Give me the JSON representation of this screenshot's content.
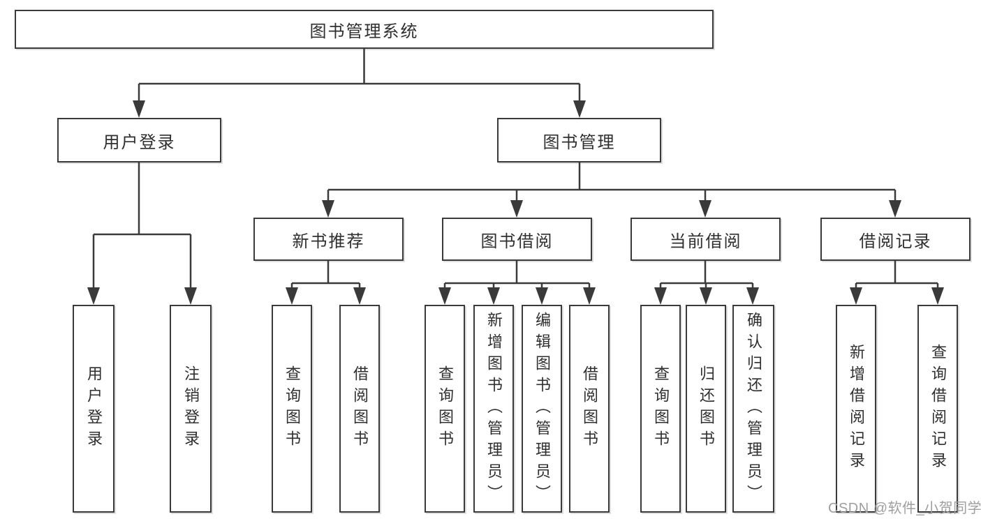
{
  "colors": {
    "line": "#3a3a3a",
    "box_border": "#3a3a3a",
    "text": "#2f2f2f",
    "watermark": "#9e9e9e",
    "background": "#ffffff"
  },
  "watermark": {
    "text": "CSDN @软件_小贺同学"
  },
  "tree": {
    "root": {
      "label": "图书管理系统"
    },
    "children": [
      {
        "label": "用户登录",
        "children": [
          {
            "label": "用户登录"
          },
          {
            "label": "注销登录"
          }
        ]
      },
      {
        "label": "图书管理",
        "children": [
          {
            "label": "新书推荐",
            "children": [
              {
                "label": "查询图书"
              },
              {
                "label": "借阅图书"
              }
            ]
          },
          {
            "label": "图书借阅",
            "children": [
              {
                "label": "查询图书"
              },
              {
                "label": "新增图书（管理员）"
              },
              {
                "label": "编辑图书（管理员）"
              },
              {
                "label": "借阅图书"
              }
            ]
          },
          {
            "label": "当前借阅",
            "children": [
              {
                "label": "查询图书"
              },
              {
                "label": "归还图书"
              },
              {
                "label": "确认归还（管理员）"
              }
            ]
          },
          {
            "label": "借阅记录",
            "children": [
              {
                "label": "新增借阅记录"
              },
              {
                "label": "查询借阅记录"
              }
            ]
          }
        ]
      }
    ]
  }
}
